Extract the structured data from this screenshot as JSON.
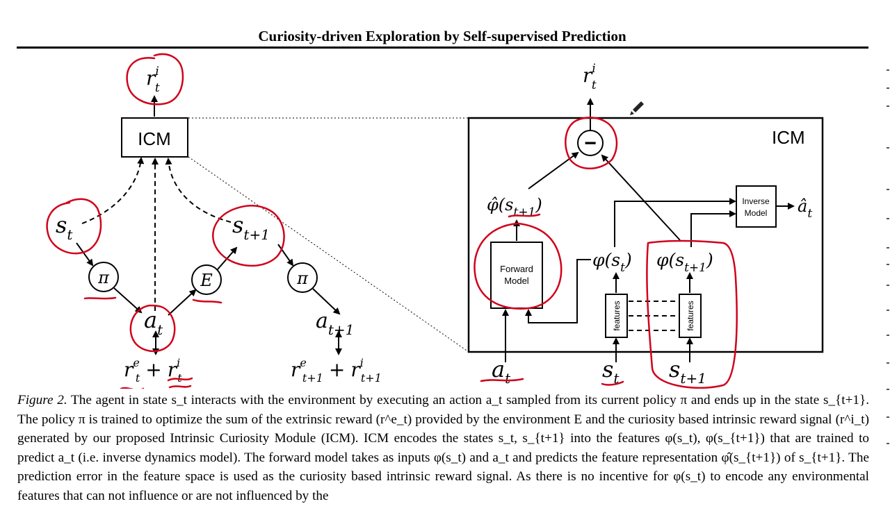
{
  "header": {
    "title": "Curiosity-driven Exploration by Self-supervised Prediction"
  },
  "figure": {
    "left": {
      "icm_box": "ICM",
      "r_i": "r",
      "r_i_sup": "i",
      "r_i_sub": "t",
      "s_t": "s",
      "s_t_sub": "t",
      "s_t1": "s",
      "s_t1_sub": "t+1",
      "pi": "π",
      "env": "E",
      "a_t": "a",
      "a_t_sub": "t",
      "a_t1": "a",
      "a_t1_sub": "t+1",
      "reward_t": {
        "r": "r",
        "e_sup": "e",
        "sub": "t",
        "plus": "+",
        "r2": "r",
        "i_sup": "i",
        "sub2": "t"
      },
      "reward_t1": {
        "r": "r",
        "e_sup": "e",
        "sub": "t+1",
        "plus": "+",
        "r2": "r",
        "i_sup": "i",
        "sub2": "t+1"
      }
    },
    "right": {
      "icm_label": "ICM",
      "r_i": "r",
      "r_i_sup": "i",
      "r_i_sub": "t",
      "minus": "−",
      "phi_hat": "φ̂(s",
      "phi_hat_sub": "t+1",
      "phi_hat_close": ")",
      "phi_st": "φ(s",
      "phi_st_sub": "t",
      "phi_st1": "φ(s",
      "phi_st1_sub": "t+1",
      "close": ")",
      "forward_model": [
        "Forward",
        "Model"
      ],
      "inverse_model": [
        "Inverse",
        "Model"
      ],
      "a_hat": "â",
      "a_hat_sub": "t",
      "features": "features",
      "a_t": "a",
      "a_t_sub": "t",
      "s_t": "s",
      "s_t_sub": "t",
      "s_t1": "s",
      "s_t1_sub": "t+1"
    }
  },
  "caption": {
    "label": "Figure 2.",
    "text": " The agent in state s_t interacts with the environment by executing an action a_t sampled from its current policy π and ends up in the state s_{t+1}. The policy π is trained to optimize the sum of the extrinsic reward (r^e_t) provided by the environment E and the curiosity based intrinsic reward signal (r^i_t) generated by our proposed Intrinsic Curiosity Module (ICM). ICM encodes the states s_t, s_{t+1} into the features φ(s_t), φ(s_{t+1}) that are trained to predict a_t (i.e. inverse dynamics model). The forward model takes as inputs φ(s_t) and a_t and predicts the feature representation φ̂(s_{t+1}) of s_{t+1}. The prediction error in the feature space is used as the curiosity based intrinsic reward signal. As there is no incentive for φ(s_t) to encode any environmental features that can not influence or are not influenced by the"
  },
  "colors": {
    "annotation": "#d0021b",
    "ink": "#000000"
  }
}
